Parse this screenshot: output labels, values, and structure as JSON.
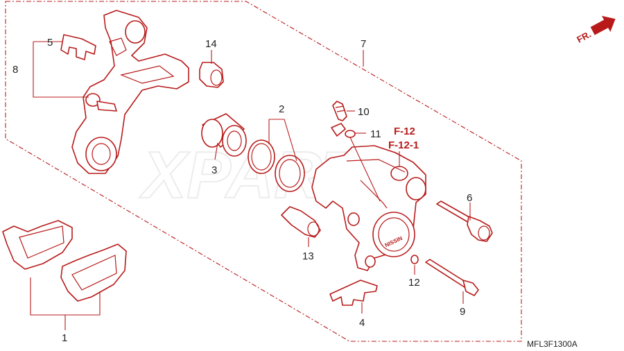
{
  "watermark": "XPARTS",
  "diagram_code": "MFL3F1300A",
  "direction_label": "FR.",
  "colors": {
    "line": "#b81a1a",
    "text": "#222222"
  },
  "callouts": {
    "c1": "1",
    "c2": "2",
    "c3": "3",
    "c4": "4",
    "c5": "5",
    "c6": "6",
    "c7": "7",
    "c8": "8",
    "c9": "9",
    "c10": "10",
    "c11": "11",
    "c12": "12",
    "c13": "13",
    "c14": "14"
  },
  "refs": {
    "r1": "F-12",
    "r2": "F-12-1"
  },
  "caliper_brand": "NISSIN"
}
